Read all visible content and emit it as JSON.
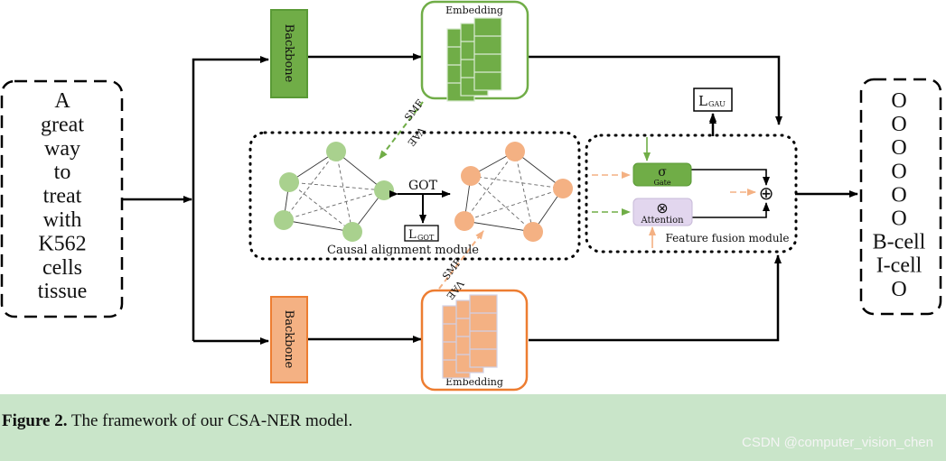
{
  "input_tokens": [
    "A",
    "great",
    "way",
    "to",
    "treat",
    "with",
    "K562",
    "cells",
    "tissue"
  ],
  "output_labels": [
    "O",
    "O",
    "O",
    "O",
    "O",
    "O",
    "B-cell",
    "I-cell",
    "O"
  ],
  "backbone_label": "Backbone",
  "embedding_label": "Embedding",
  "smf_label": "SMF",
  "vae_label": "VAE",
  "got_label": "GOT",
  "loss_got": {
    "main": "L",
    "sub": "GOT"
  },
  "loss_gau": {
    "main": "L",
    "sub": "GAU"
  },
  "causal_module_label": "Causal alignment module",
  "fusion_module_label": "Feature fusion module",
  "gate_symbol": "σ",
  "gate_label": "Gate",
  "attention_symbol": "⊗",
  "attention_label": "Attention",
  "sum_symbol": "⊕",
  "caption": {
    "figure": "Figure 2.",
    "text": " The framework of our CSA-NER model."
  },
  "watermark": "CSDN @computer_vision_chen",
  "colors": {
    "green": "#70ad47",
    "green_light": "#a9d18e",
    "orange": "#f4b183",
    "orange_dark": "#ed7d31",
    "gate_fill": "#70ad47",
    "attention_fill": "#e2d6ee",
    "caption_bg": "#c9e5c9"
  }
}
